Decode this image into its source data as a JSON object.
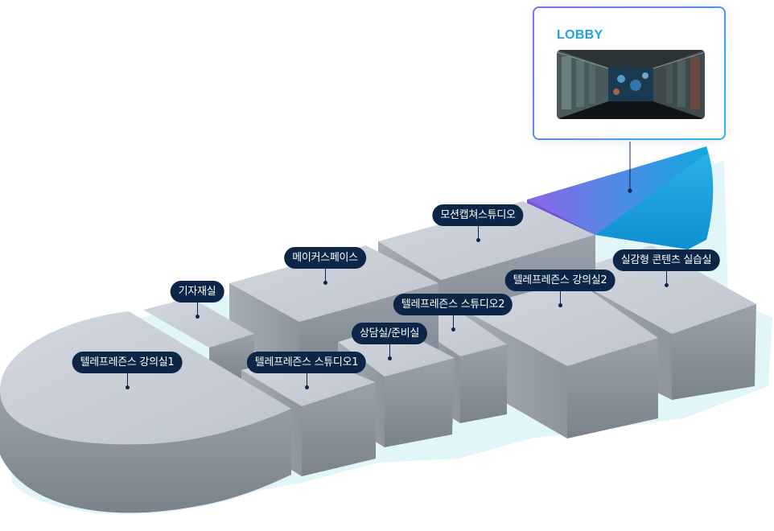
{
  "lobby": {
    "title": "LOBBY",
    "photo_icon": "lobby-corridor-photo"
  },
  "rooms": [
    {
      "id": "lecture-room-1",
      "label": "텔레프레즌스 강의실1"
    },
    {
      "id": "press-room",
      "label": "기자재실"
    },
    {
      "id": "maker-space",
      "label": "메이커스페이스"
    },
    {
      "id": "studio-1",
      "label": "텔레프레즌스 스튜디오1"
    },
    {
      "id": "consult-room",
      "label": "상담실/준비실"
    },
    {
      "id": "studio-2",
      "label": "텔레프레즌스 스튜디오2"
    },
    {
      "id": "motion-capture-studio",
      "label": "모션캡쳐스튜디오"
    },
    {
      "id": "lecture-room-2",
      "label": "텔레프레즌스 강의실2"
    },
    {
      "id": "immersive-content-lab",
      "label": "실감형 콘텐츠 실습실"
    }
  ],
  "colors": {
    "block_top": "#c6ccd6",
    "block_side": "#8e959f",
    "label_bg": "#0d2547",
    "lobby_gradient_start": "#8c63e8",
    "lobby_gradient_end": "#10a9e0",
    "lobby_title": "#21a3e0"
  }
}
